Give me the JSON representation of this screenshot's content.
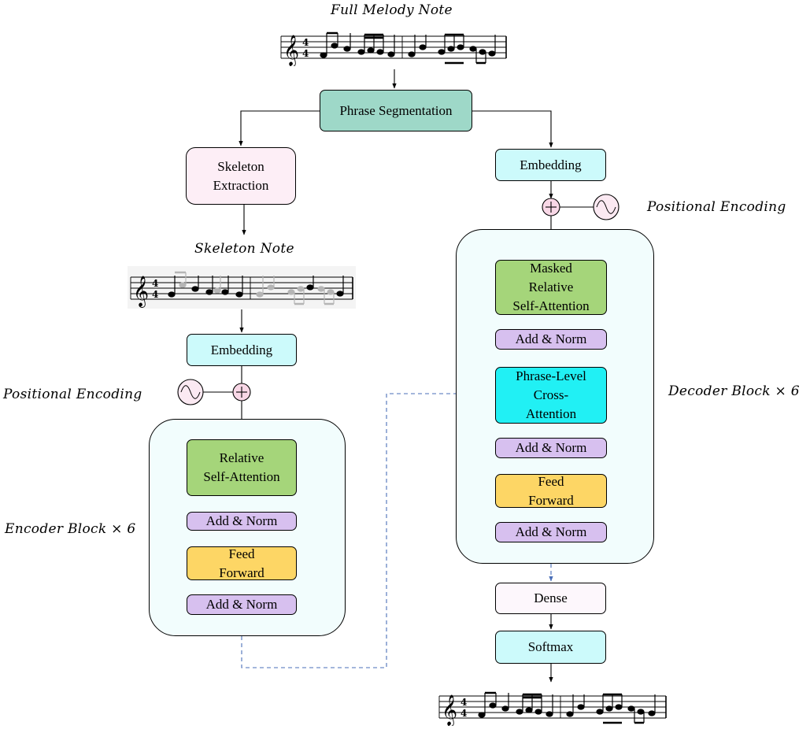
{
  "labels": {
    "full_melody": "Full  Melody Note",
    "skeleton_note": "Skeleton Note",
    "pos_enc_left": "Positional Encoding",
    "pos_enc_right": "Positional Encoding",
    "encoder_block": "Encoder Block × 6",
    "decoder_block": "Decoder Block × 6"
  },
  "boxes": {
    "phrase_segmentation": "Phrase Segmentation",
    "skeleton_extraction": "Skeleton\nExtraction",
    "embedding_left": "Embedding",
    "relative_self_attention": "Relative\nSelf-Attention",
    "enc_add_norm_1": "Add & Norm",
    "enc_feed_forward": "Feed\nForward",
    "enc_add_norm_2": "Add & Norm",
    "embedding_right": "Embedding",
    "masked_relative_self_attention": "Masked\nRelative\nSelf-Attention",
    "dec_add_norm_1": "Add & Norm",
    "phrase_level_cross_attention": "Phrase-Level\nCross-\nAttention",
    "dec_add_norm_2": "Add & Norm",
    "dec_feed_forward": "Feed\nForward",
    "dec_add_norm_3": "Add & Norm",
    "dense": "Dense",
    "softmax": "Softmax"
  },
  "icons": [
    "add-circle-icon",
    "sine-wave-icon",
    "treble-clef-icon"
  ],
  "colors": {
    "phrase_segmentation": "#9ed8c8",
    "embedding": "#ccfafb",
    "skeleton_extraction": "#fdeef6",
    "self_attention": "#a5d57a",
    "add_norm": "#d7c0ef",
    "feed_forward": "#fdd665",
    "cross_attention": "#21f0f4",
    "block_background": "#f2fdfd",
    "dashed_connector": "#4a6fb8"
  }
}
